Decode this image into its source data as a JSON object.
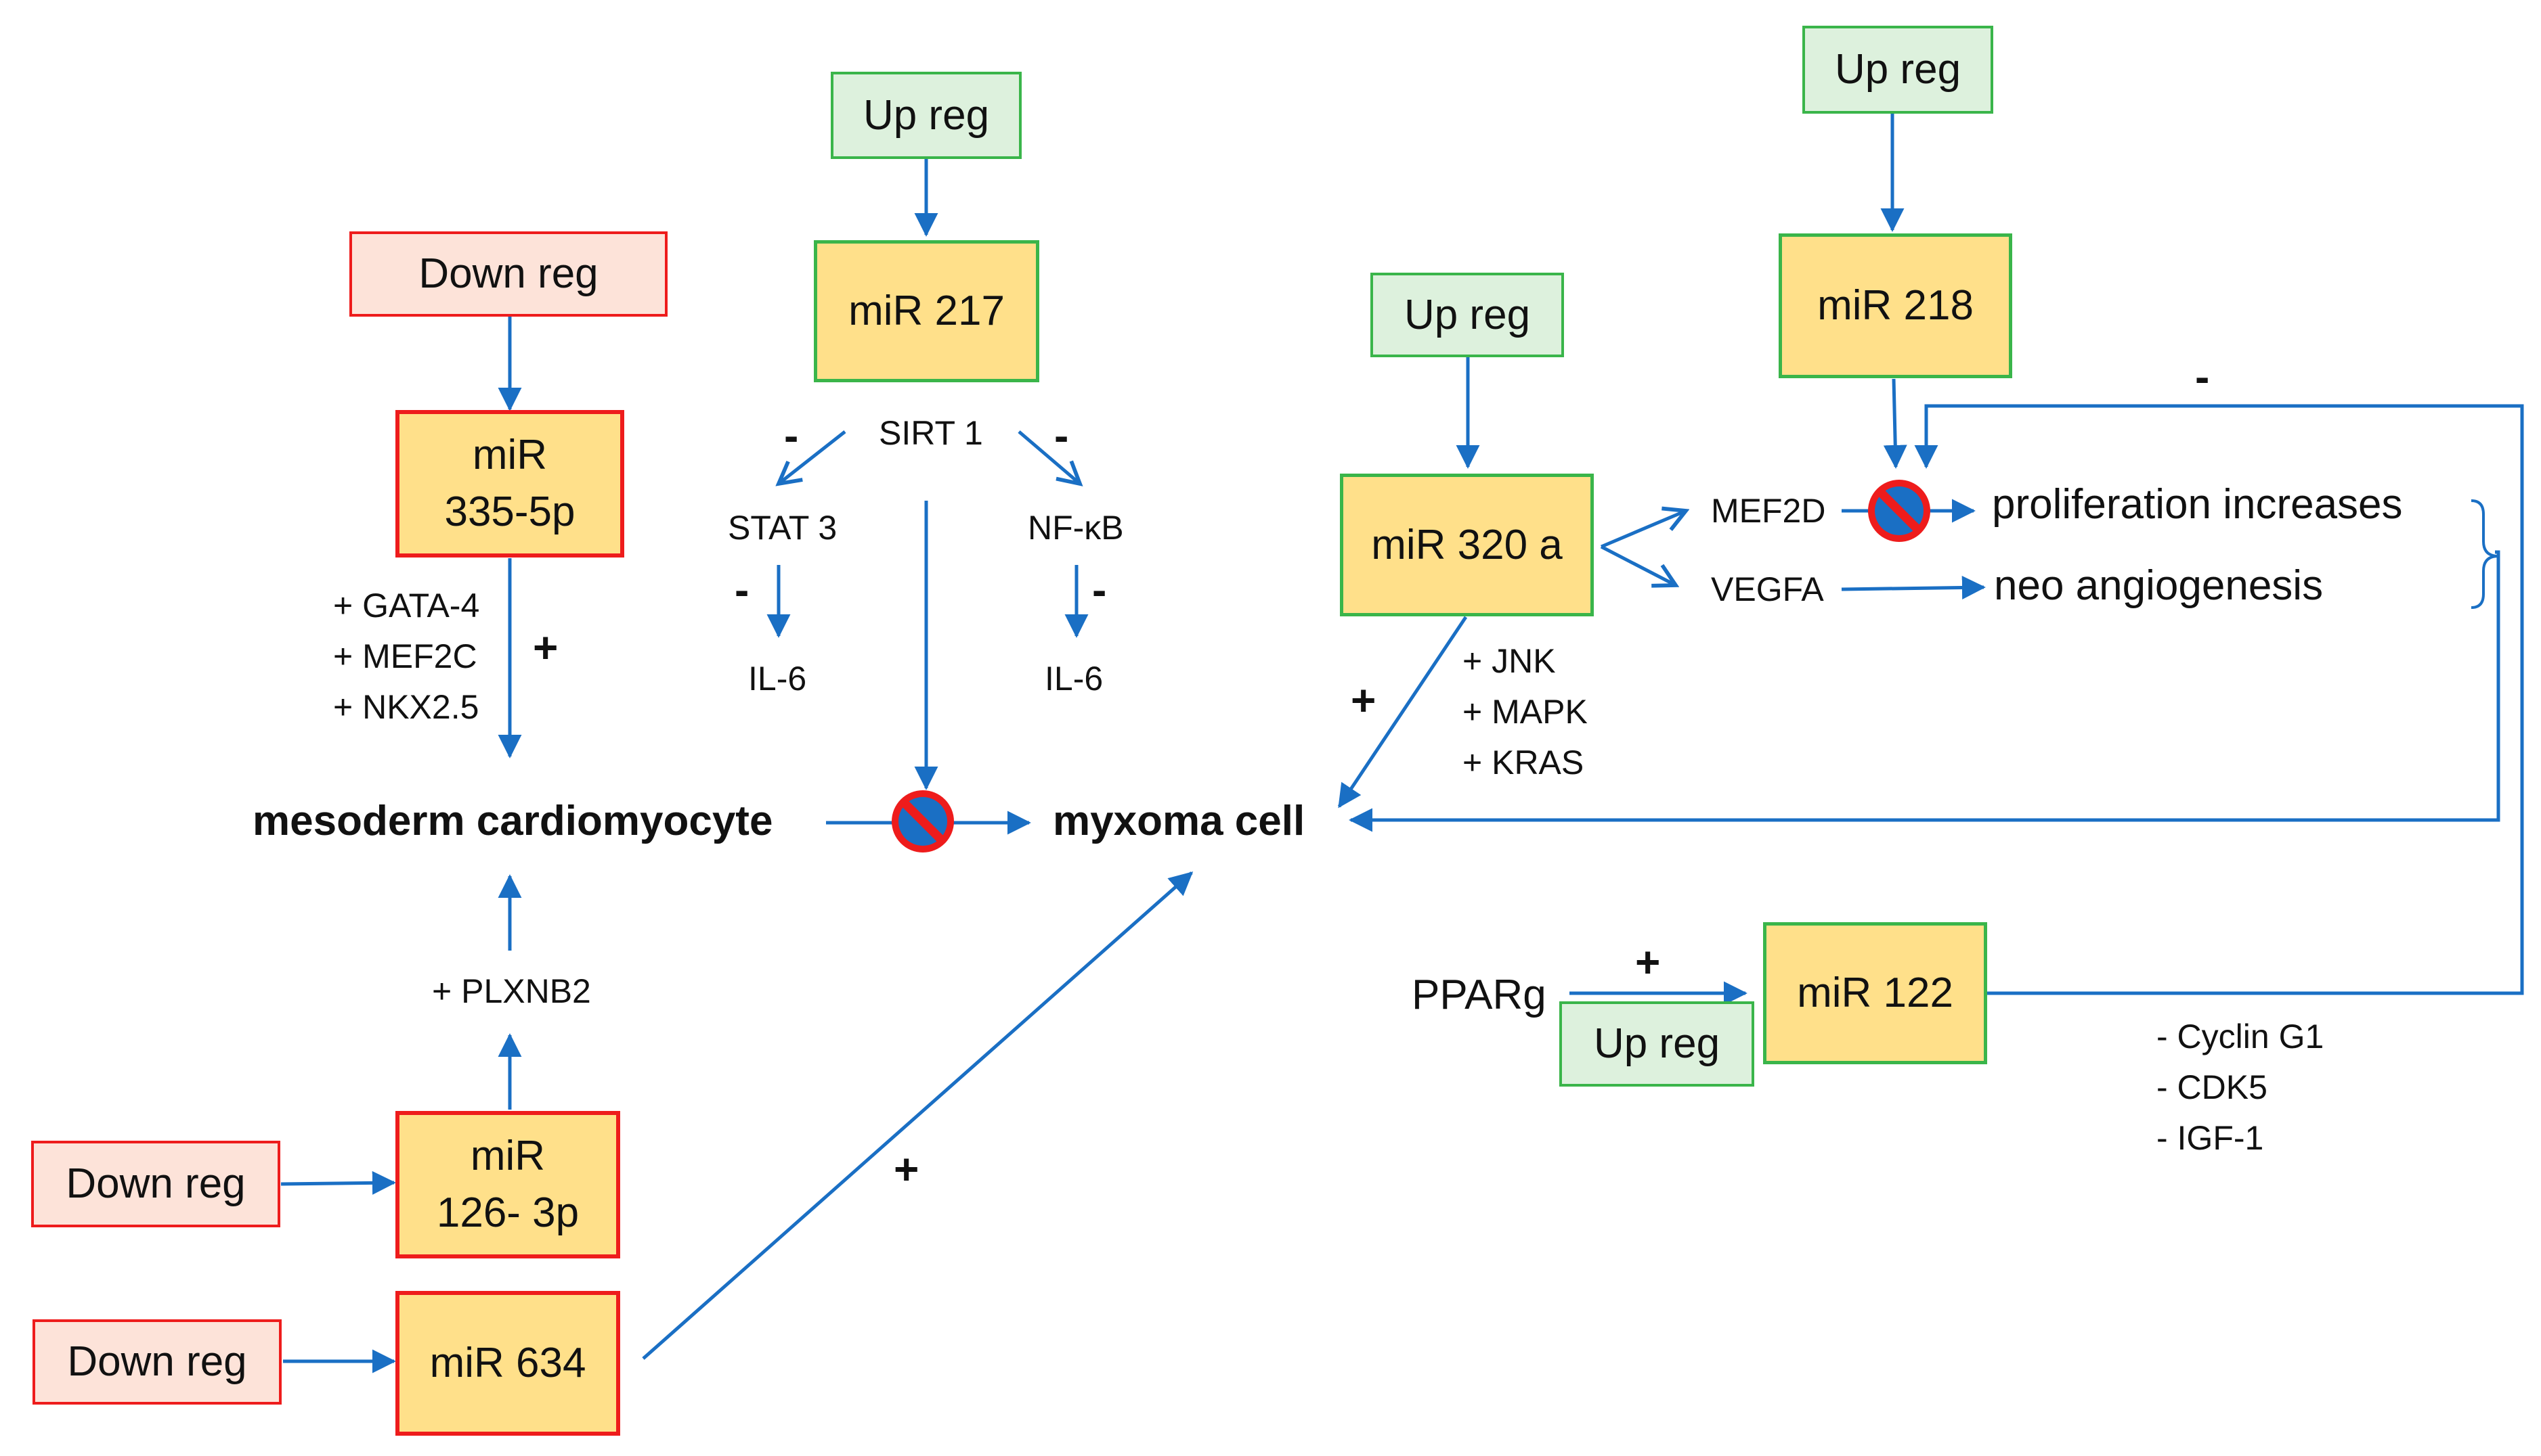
{
  "boxes": {
    "down_reg_top": "Down reg",
    "mir_335": [
      "miR",
      "335-5p"
    ],
    "up_reg_217": "Up reg",
    "mir_217": "miR 217",
    "up_reg_320": "Up reg",
    "mir_320": "miR 320 a",
    "up_reg_218": "Up reg",
    "mir_218": "miR 218",
    "down_reg_126": "Down reg",
    "mir_126": [
      "miR",
      "126- 3p"
    ],
    "down_reg_634": "Down reg",
    "mir_634": "miR 634",
    "up_reg_122": "Up reg",
    "mir_122": "miR 122"
  },
  "labels": {
    "sirt1": "SIRT 1",
    "stat3": "STAT 3",
    "nfkb": "NF-κB",
    "il6_left": "IL-6",
    "il6_right": "IL-6",
    "mesoderm": "mesoderm cardiomyocyte",
    "myxoma": "myxoma cell",
    "mef2d": "MEF2D",
    "vegfa": "VEGFA",
    "proliferation": "proliferation increases",
    "angiogenesis": "neo angiogenesis",
    "pparg": "PPARg",
    "plxnb2": "+ PLXNB2"
  },
  "lists": {
    "mir335_targets": [
      "+ GATA-4",
      "+ MEF2C",
      "+ NKX2.5"
    ],
    "mir320_targets": [
      "+ JNK",
      "+ MAPK",
      "+ KRAS"
    ],
    "mir122_targets": [
      "- Cyclin G1",
      "- CDK5",
      "- IGF-1"
    ]
  },
  "signs": {
    "sirt1_left": "-",
    "sirt1_right": "-",
    "stat3_il6": "-",
    "nfkb_il6": "-",
    "mir335_plus": "+",
    "mir320_plus": "+",
    "mir634_plus": "+",
    "mir122_minus": "-",
    "pparg_plus": "+"
  },
  "colors": {
    "arrow": "#1a6fc4",
    "inhibit_ring": "#ee1c1c",
    "inhibit_fill": "#1a6fc4",
    "mir_fill": "#ffe08a",
    "down_fill": "#fde3d9",
    "down_border": "#ee1c1c",
    "up_fill": "#ddf1dd",
    "up_border": "#3ab54a"
  }
}
